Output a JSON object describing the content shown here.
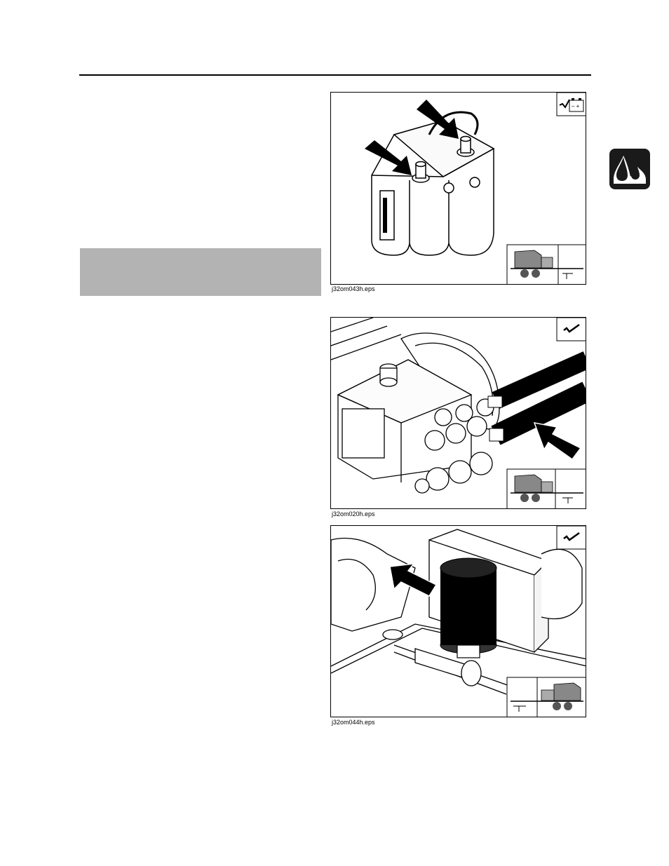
{
  "figures": [
    {
      "caption": "j32om043h.eps",
      "icon": "check-battery-icon",
      "subject": "battery-terminals"
    },
    {
      "caption": "j32om020h.eps",
      "icon": "check-icon",
      "subject": "pump-hoses"
    },
    {
      "caption": "j32om044h.eps",
      "icon": "check-icon",
      "subject": "filter-canister"
    }
  ],
  "side_tab": {
    "icon": "fluid-drops-icon",
    "color": "#1a1a1a"
  },
  "gray_block": {
    "color": "#b3b3b3"
  }
}
